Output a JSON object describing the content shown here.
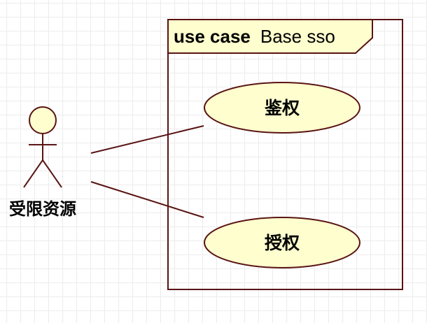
{
  "diagram": {
    "frame": {
      "keyword": "use case",
      "name": "Base sso"
    },
    "actor": {
      "label": "受限资源"
    },
    "use_cases": [
      {
        "label": "鉴权"
      },
      {
        "label": "授权"
      }
    ],
    "colors": {
      "line": "#5a1414",
      "usecase_fill": "#fefece",
      "frame_tab_fill": "#fefece",
      "actor_fill": "#fefece",
      "grid": "#ececec"
    }
  }
}
